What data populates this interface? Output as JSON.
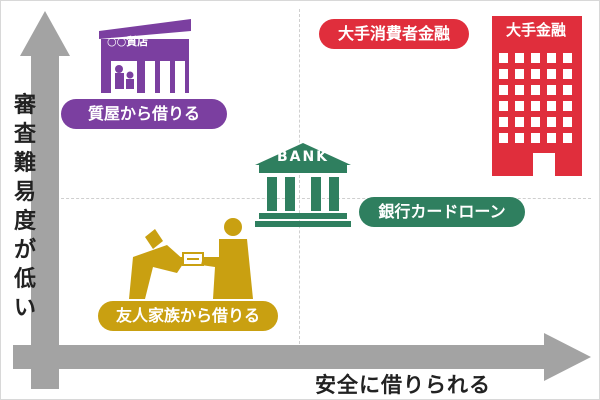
{
  "axes": {
    "y_label": "審査難易度が低い",
    "x_label": "安全に借りられる"
  },
  "items": {
    "pawn_shop": {
      "label": "質屋から借りる",
      "sign": "○○質店",
      "color": "#7b3fa0"
    },
    "consumer_finance": {
      "label": "大手消費者金融",
      "building_sign": "大手金融",
      "color": "#e02e3c"
    },
    "bank": {
      "label": "銀行カードローン",
      "sign": "BANK",
      "color": "#2f7f5f"
    },
    "friends_family": {
      "label": "友人家族から借りる",
      "color": "#c9a011"
    }
  },
  "colors": {
    "axis": "#a3a3a3",
    "grid": "#cfcfcf"
  }
}
